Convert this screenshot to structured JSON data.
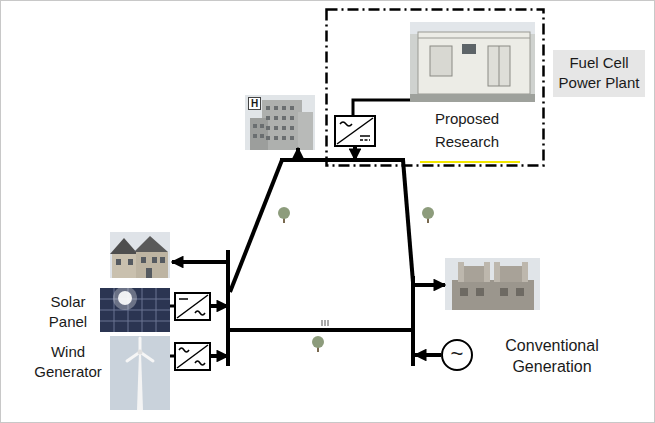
{
  "diagram": {
    "nodes": [
      {
        "text": [
          "Proposed Research"
        ]
      },
      {
        "text": [
          "Fuel Cell Power Plant"
        ]
      },
      {
        "text": [
          "H"
        ]
      },
      {
        "text": [
          "~"
        ]
      }
    ],
    "labels": [
      "Solar Panel",
      "Wind Generator",
      "Conventional Generation"
    ]
  }
}
